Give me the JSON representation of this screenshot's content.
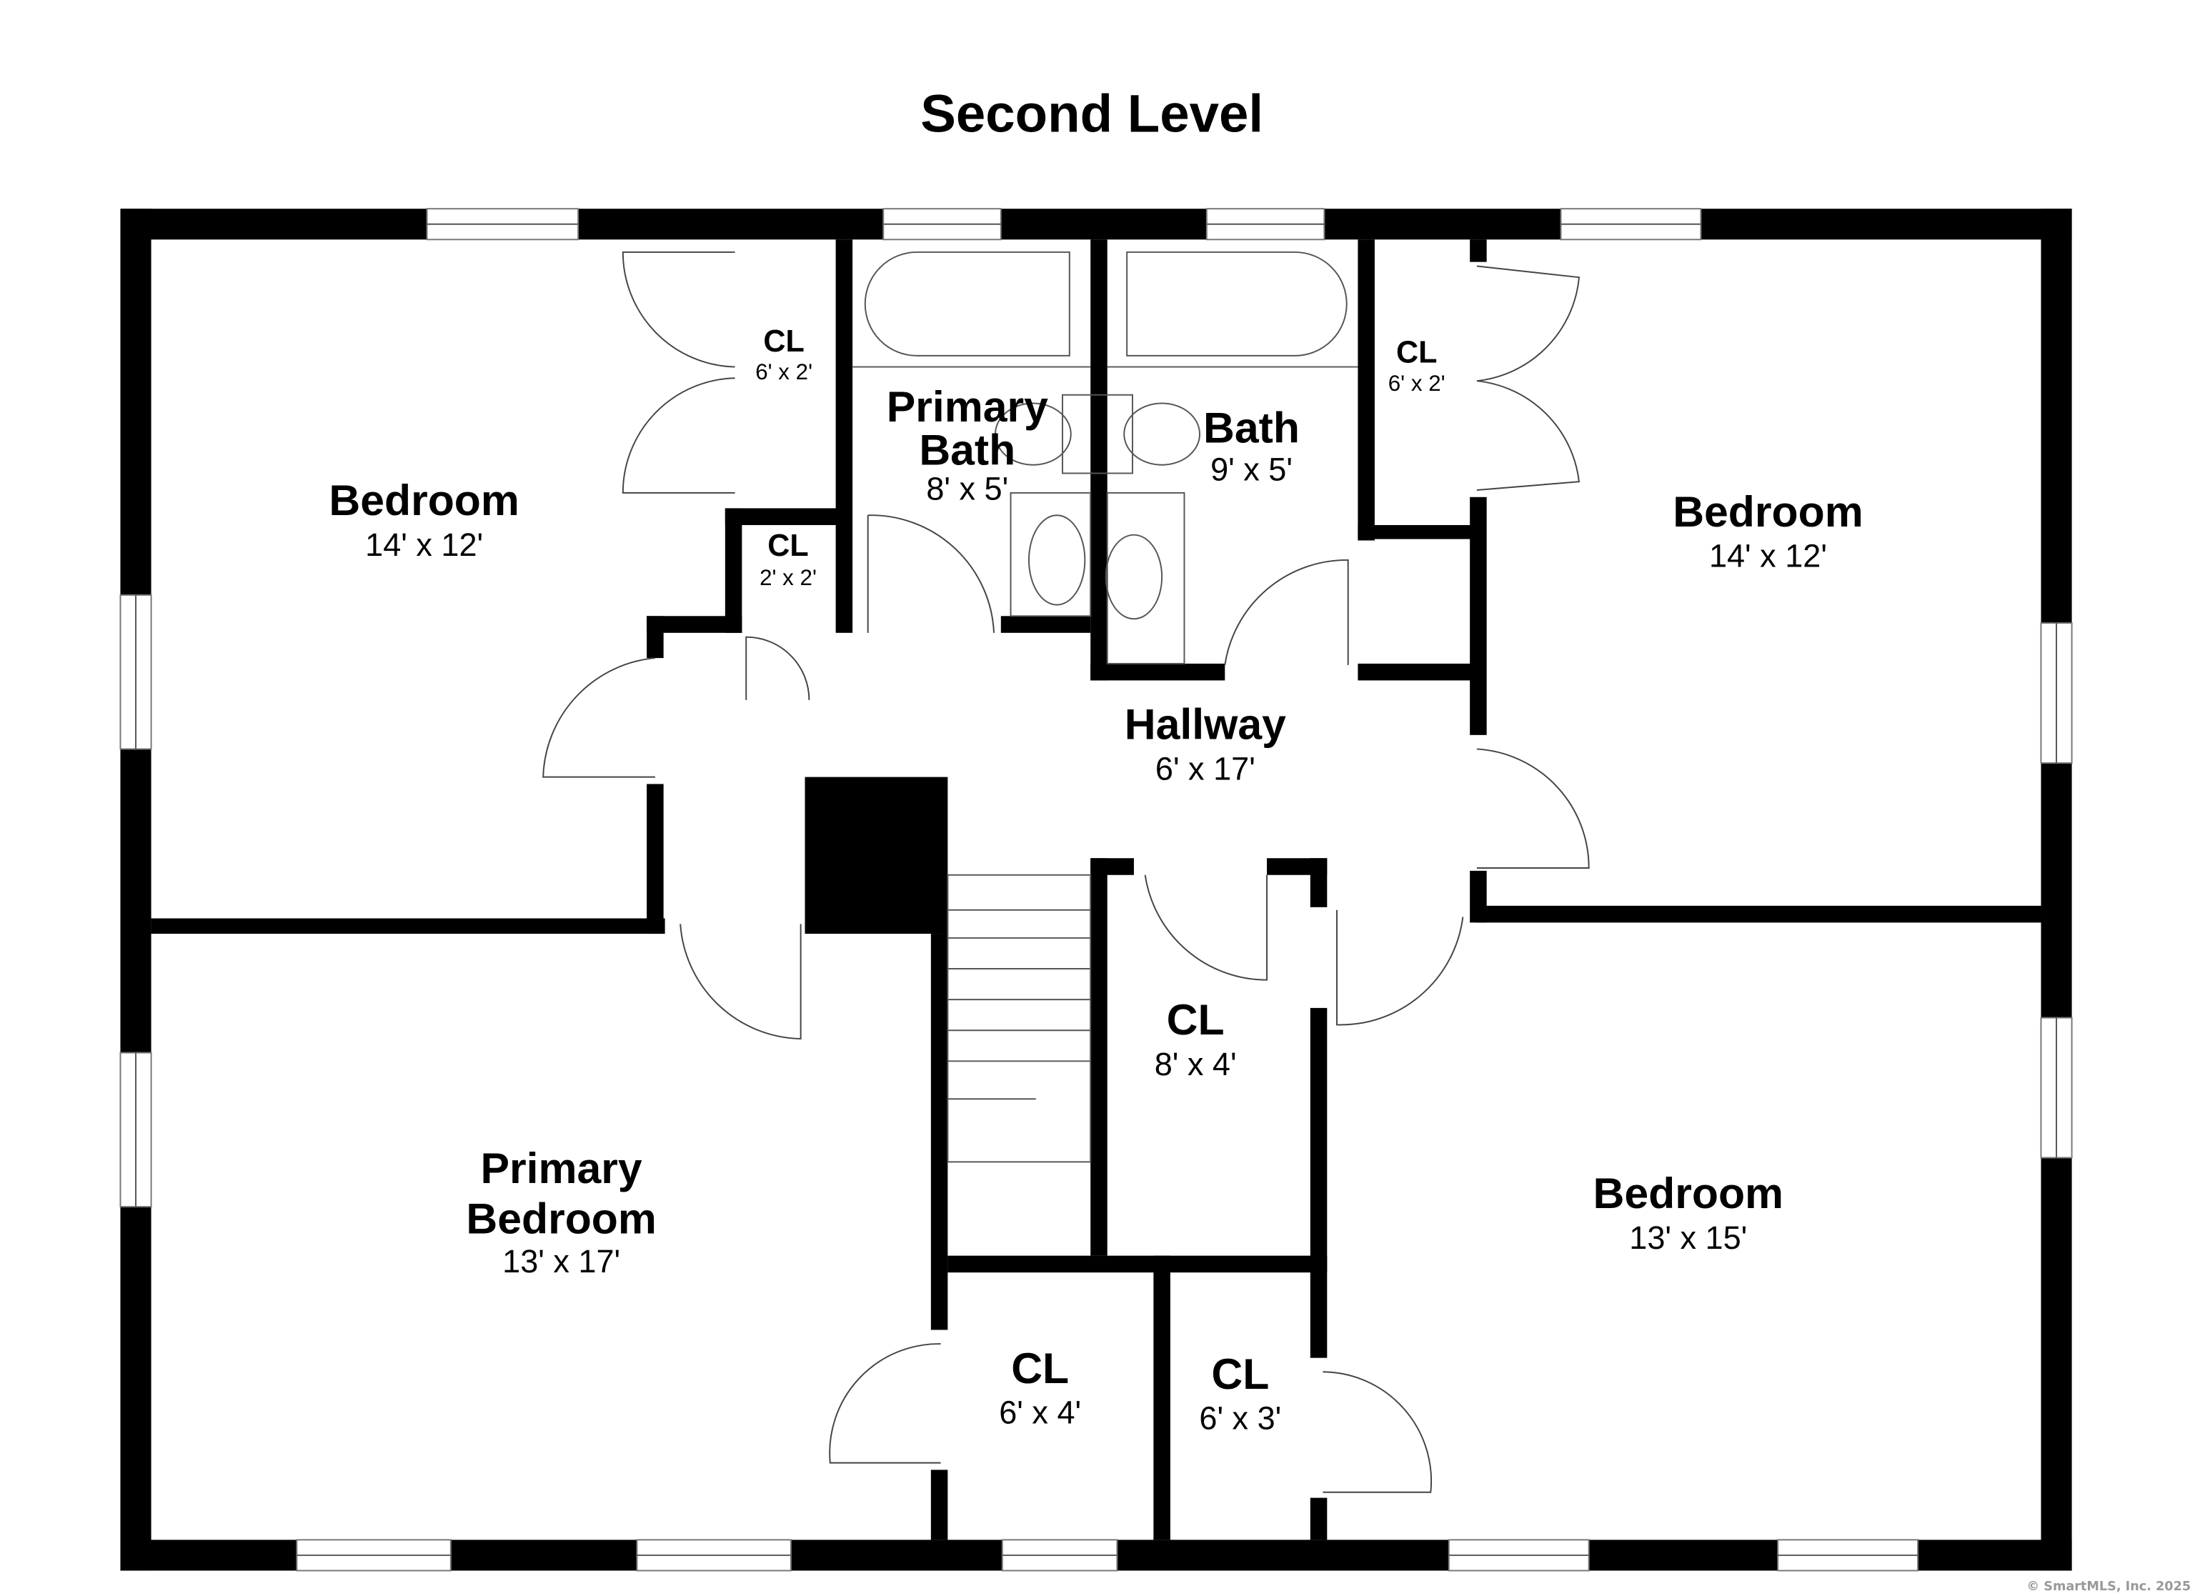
{
  "title": "Second Level",
  "rooms": {
    "bedroom_nw": {
      "name": "Bedroom",
      "size": "14' x 12'"
    },
    "cl_nw": {
      "name": "CL",
      "size": "6' x 2'"
    },
    "cl_small": {
      "name": "CL",
      "size": "2' x 2'"
    },
    "primary_bath": {
      "name1": "Primary",
      "name2": "Bath",
      "size": "8' x 5'"
    },
    "bath": {
      "name": "Bath",
      "size": "9' x 5'"
    },
    "cl_ne": {
      "name": "CL",
      "size": "6' x 2'"
    },
    "bedroom_ne": {
      "name": "Bedroom",
      "size": "14' x 12'"
    },
    "hallway": {
      "name": "Hallway",
      "size": "6' x 17'"
    },
    "primary_bedroom": {
      "name1": "Primary",
      "name2": "Bedroom",
      "size": "13' x 17'"
    },
    "cl_center": {
      "name": "CL",
      "size": "8' x 4'"
    },
    "cl_bottom_left": {
      "name": "CL",
      "size": "6' x 4'"
    },
    "cl_bottom_right": {
      "name": "CL",
      "size": "6' x 3'"
    },
    "bedroom_se": {
      "name": "Bedroom",
      "size": "13' x 15'"
    }
  },
  "copyright": "© SmartMLS, Inc.  2025"
}
